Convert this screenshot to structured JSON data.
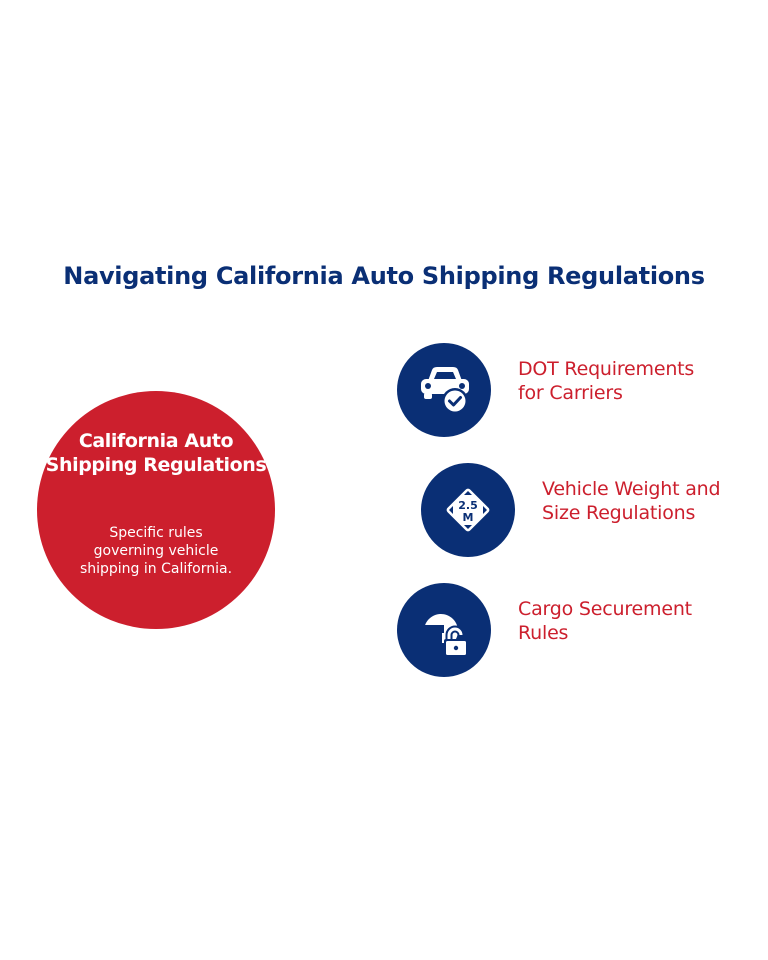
{
  "title": "Navigating California Auto Shipping Regulations",
  "main": {
    "title": "California Auto Shipping Regulations",
    "description": "Specific rules governing vehicle shipping in California."
  },
  "items": [
    {
      "label": "DOT Requirements for Carriers",
      "icon": "car-check-icon"
    },
    {
      "label": "Vehicle Weight and Size Regulations",
      "icon": "weight-size-sign-icon"
    },
    {
      "label": "Cargo Securement Rules",
      "icon": "padlock-icon"
    }
  ],
  "icon_text": {
    "weight_value": "2.5",
    "weight_unit": "M"
  },
  "colors": {
    "navy": "#0a2f75",
    "red": "#cc1f2d",
    "background": "#ffffff"
  }
}
